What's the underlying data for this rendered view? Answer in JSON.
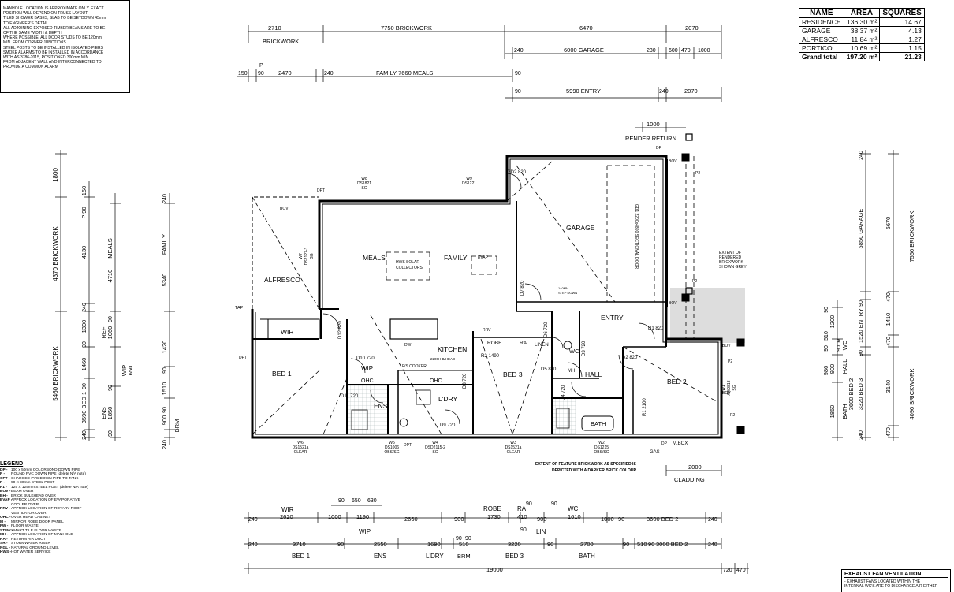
{
  "notes": [
    "MANHOLE LOCATION IS APPROXIMATE ONLY. EXACT",
    "POSITION WILL DEPEND ON TRUSS LAYOUT",
    "TILED SHOWER BASES, SLAB TO BE SETDOWN 45mm",
    "TO ENGINEER'S DETAIL",
    "ALL ADJOINING EXPOSED TIMBER BEAMS ARE TO BE",
    "OF THE SAME WIDTH & DEPTH",
    "WHERE POSSIBLE, ALL DOOR STUDS TO BE 120mm",
    "MIN. FROM CORNER JUNCTIONS",
    "STEEL POSTS TO BE INSTALLED IN ISOLATED PIERS",
    "SMOKE ALARMS TO BE INSTALLED IN ACCORDANCE",
    "WITH AS 3786-2015, POSITIONED 300mm MIN.",
    "FROM ADJACENT WALL AND INTERCONNECTED TO",
    "PROVIDE A COMMON ALARM"
  ],
  "area_table": {
    "headers": [
      "NAME",
      "AREA",
      "SQUARES"
    ],
    "rows": [
      [
        "RESIDENCE",
        "136.30 m²",
        "14.67"
      ],
      [
        "GARAGE",
        "38.37 m²",
        "4.13"
      ],
      [
        "ALFRESCO",
        "11.84 m²",
        "1.27"
      ],
      [
        "PORTICO",
        "10.69 m²",
        "1.15"
      ],
      [
        "Grand total",
        "197.20 m²",
        "21.23"
      ]
    ]
  },
  "legend": {
    "title": "LEGEND",
    "items": [
      [
        "DP -",
        "100 x 50mm COLORBOND DOWN PIPE"
      ],
      [
        "P -",
        "ROUND PVC DOWN PIPE (delete N/A note)"
      ],
      [
        "CPT -",
        "CHARGED PVC DOWN PIPE TO TANK"
      ],
      [
        "P -",
        "90 X 90mm STEEL POST"
      ],
      [
        "P1 -",
        "125 X 125mm STEEL POST (delete N/A note)"
      ],
      [
        "BOV -",
        "BEAM OVER"
      ],
      [
        "BH -",
        "BRICK BULKHEAD OVER"
      ],
      [
        "EVAP -",
        "APPROX LOCATION OF EVAPORATIVE"
      ],
      [
        "",
        "COOLER OVER"
      ],
      [
        "RRV -",
        "APPROX LOCATION OF ROTARY ROOF"
      ],
      [
        "",
        "VENTILATOR OVER"
      ],
      [
        "OHC -",
        "OVER HEAD CABINET"
      ],
      [
        "M -",
        "MIRROR ROBE DOOR PANEL"
      ],
      [
        "FW -",
        "FLOOR WASTE"
      ],
      [
        "STFW -",
        "SMART TILE FLOOR WASTE"
      ],
      [
        "MH -",
        "APPROX LOCATION OF MANHOLE"
      ],
      [
        "RA -",
        "RETURN AIR DUCT"
      ],
      [
        "SR -",
        "STORMWATER RISER"
      ],
      [
        "NGL -",
        "NATURAL GROUND LEVEL"
      ],
      [
        "HWS -",
        "HOT WATER SERVICE"
      ]
    ]
  },
  "exhaust": {
    "title": "EXHAUST FAN VENTILATION",
    "lines": [
      "- EXHAUST FANS LOCATED WITHIN THE",
      "INTERNAL WC'S ARE TO DISCHARGE AIR EITHER"
    ]
  },
  "rooms": {
    "alfresco": "ALFRESCO",
    "meals": "MEALS",
    "family": "FAMILY",
    "garage": "GARAGE",
    "entry": "ENTRY",
    "bed1": "BED 1",
    "wir": "WIR",
    "kitchen": "KITCHEN",
    "bed3": "BED 3",
    "hall": "HALL",
    "bed2": "BED 2",
    "ens": "ENS",
    "ldry": "L'DRY",
    "wip": "WIP",
    "robe": "ROBE",
    "ra": "RA",
    "linen": "LINEN",
    "wc": "WC",
    "mh": "MH",
    "bath": "BATH",
    "ohc": "OHC",
    "dw": "DW",
    "evap": "EVAP",
    "hws": "HWS SOLAR",
    "collectors": "COLLECTORS",
    "step": "140MM",
    "step2": "STEP DOWN",
    "rrv": "RRV",
    "fs_cooker": "F/S COOKER",
    "bhead": "2200H B/HEAD"
  },
  "labels": {
    "render_return": "RENDER RETURN",
    "extent_render": [
      "EXTENT OF",
      "RENDERED",
      "BRICKWORK",
      "SHOWN GREY"
    ],
    "feature_brick": [
      "EXTENT OF FEATURE BRICKWORK AS SPECIFIED IS",
      "DEPICTED WITH A DARKER BRICK COLOUR"
    ],
    "cladding": "CLADDING",
    "gas": "GAS",
    "mbox": "M.BOX",
    "tap": "TAP",
    "dpt": "DPT",
    "dp": "DP",
    "bov": "BOV",
    "p2": "P2",
    "sectional_door": "GD1 2200x4800 SECTIONAL DOOR"
  },
  "windows": {
    "w8": [
      "W8",
      "DS1821",
      "SG"
    ],
    "w9": [
      "W9",
      "DS1221"
    ],
    "w7": [
      "W7",
      "DS2127-3",
      "SG"
    ],
    "w6": [
      "W6",
      "DS1521a",
      "CLEAR"
    ],
    "w5": [
      "W5",
      "DS1006",
      "OBS/SG"
    ],
    "w4": [
      "W4",
      "DSD2115-2",
      "SG"
    ],
    "w3": [
      "W3",
      "DS1521a",
      "CLEAR"
    ],
    "w2": [
      "W2",
      "DS1215",
      "OBS/SG"
    ],
    "w1": [
      "W1",
      "AW0818",
      "SG"
    ]
  },
  "doors": {
    "gd2": "GD2 820",
    "d7": "D7 820",
    "d12": "D12 820",
    "d10": "D10 720",
    "d11": "D11 720",
    "d9": "D9 720",
    "d8": "D8 720",
    "d6": "D6 720",
    "d5": "D5 820",
    "d4": "D4 720",
    "d3": "D3 720",
    "d2": "D2 820",
    "d1": "D1 820",
    "r2": "R2-1490",
    "r1": "R1 2100"
  },
  "top_dims": {
    "r1": [
      "2710",
      "7750  BRICKWORK",
      "6470",
      "2070"
    ],
    "r2": [
      "BRICKWORK",
      "240",
      "6000  GARAGE",
      "230",
      "600",
      "470",
      "1000"
    ],
    "r3": [
      "150",
      "90",
      "2470",
      "240",
      "FAMILY   7660   MEALS",
      "90"
    ],
    "r4": [
      "90",
      "5990  ENTRY",
      "240",
      "2070"
    ],
    "p": "P",
    "render": "1000"
  },
  "bottom_dims": {
    "r1": [
      "90",
      "650",
      "630",
      "ROBE",
      "RA",
      "90",
      "90",
      "WC"
    ],
    "r2": [
      "WIR",
      "2620",
      "1000",
      "1190",
      "2660",
      "900",
      "1730",
      "410",
      "900",
      "1610",
      "1000",
      "90",
      "3600 BED 2"
    ],
    "r3": [
      "WIP",
      "90",
      "LIN",
      "90",
      "90"
    ],
    "r4": [
      "3710",
      "90",
      "2550",
      "1690",
      "510",
      "3220",
      "90",
      "2700",
      "90",
      "510",
      "90",
      "3000 BED 2"
    ],
    "r5": [
      "BED 1",
      "ENS",
      "L'DRY",
      "BRM",
      "BED 3",
      "BATH"
    ],
    "total": "19000",
    "end": [
      "720",
      "470"
    ],
    "cladding": "2000",
    "side240": "240"
  },
  "left_dims": {
    "outer": [
      "1800",
      "4370  BRICKWORK",
      "5460  BRICKWORK"
    ],
    "mid": [
      "P 90",
      "150",
      "4130",
      "240",
      "1300",
      "90",
      "1460",
      "90",
      "3590  BED 1",
      "240"
    ],
    "inner": [
      "MEALS",
      "4710",
      "REF",
      "1060",
      "90",
      "WIP",
      "650",
      "90",
      "ENS",
      "1850",
      "90"
    ],
    "far": [
      "240",
      "FAMILY",
      "5340",
      "1420",
      "90",
      "1510",
      "90",
      "900",
      "BRM",
      "240"
    ]
  },
  "right_dims": {
    "outer": [
      "240",
      "5850  GARAGE",
      "90",
      "1520  ENTRY",
      "90",
      "3320  BED 3",
      "240"
    ],
    "mid": [
      "5670",
      "7550  BRICKWORK",
      "470",
      "1410",
      "470",
      "3140",
      "4090  BRICKWORK",
      "470"
    ],
    "inner": [
      "1200",
      "90",
      "510",
      "90",
      "900",
      "980",
      "1860",
      "BATH",
      "3600  BED 2",
      "90",
      "HALL",
      "WC",
      "R"
    ]
  }
}
